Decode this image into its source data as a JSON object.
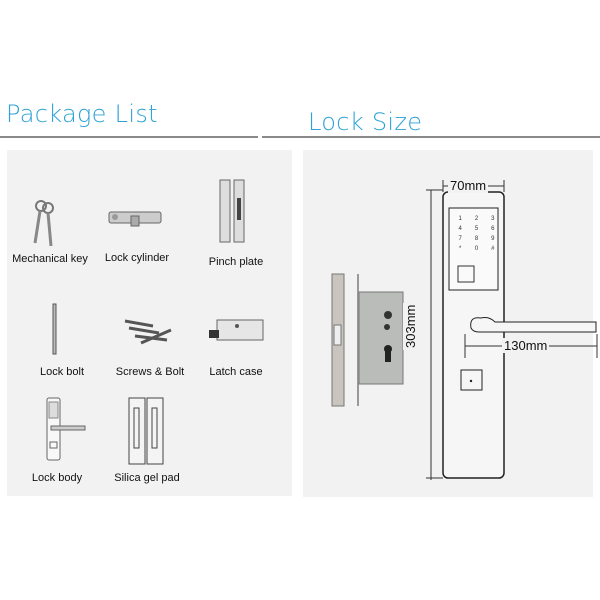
{
  "package_list": {
    "title": "Package List",
    "items": [
      {
        "label": "Mechanical key",
        "icon": "keys-icon"
      },
      {
        "label": "Lock cylinder",
        "icon": "lock-cylinder-icon"
      },
      {
        "label": "Pinch plate",
        "icon": "pinch-plate-icon"
      },
      {
        "label": "Lock bolt",
        "icon": "lock-bolt-icon"
      },
      {
        "label": "Screws & Bolt",
        "icon": "screws-icon"
      },
      {
        "label": "Latch case",
        "icon": "latch-case-icon"
      },
      {
        "label": "Lock body",
        "icon": "lock-body-icon"
      },
      {
        "label": "Silica gel pad",
        "icon": "silica-pad-icon"
      }
    ]
  },
  "lock_size": {
    "title": "Lock Size",
    "width": "70mm",
    "height": "303mm",
    "handle_length": "130mm",
    "keypad": [
      "1",
      "2",
      "3",
      "4",
      "5",
      "6",
      "7",
      "8",
      "9",
      "*",
      "0",
      "#"
    ]
  }
}
